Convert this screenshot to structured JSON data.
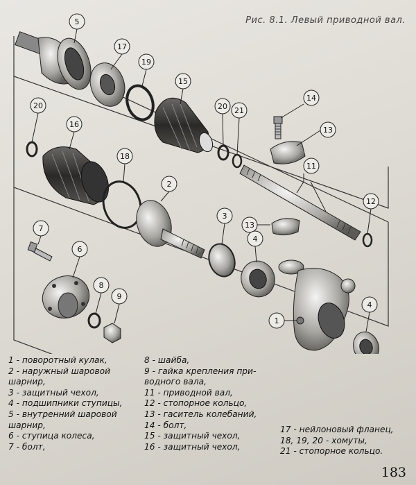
{
  "figure": {
    "caption": "Рис. 8.1. Левый приводной вал."
  },
  "callouts": [
    "5",
    "17",
    "19",
    "15",
    "20",
    "21",
    "14",
    "13",
    "20",
    "16",
    "18",
    "2",
    "11",
    "12",
    "7",
    "6",
    "3",
    "13",
    "4",
    "8",
    "9",
    "1",
    "4"
  ],
  "legend": {
    "col1": [
      "1 - поворотный кулак,",
      "2 - наружный шаровой",
      "шарнир,",
      "3 - защитный чехол,",
      "4 - подшипники ступицы,",
      "5 - внутренний шаровой",
      "шарнир,",
      "6 - ступица колеса,",
      "7 - болт,"
    ],
    "col2": [
      "8 - шайба,",
      "9 - гайка крепления при-",
      "водного вала,",
      "11 - приводной вал,",
      "12 - стопорное кольцо,",
      "13 - гаситель колебаний,",
      "14 - болт,",
      "15 - защитный чехол,",
      "16 - защитный чехол,"
    ],
    "col3": [
      "17 - нейлоновый фланец,",
      "18, 19, 20 - хомуты,",
      "21 - стопорное кольцо."
    ]
  },
  "page_number": "183"
}
